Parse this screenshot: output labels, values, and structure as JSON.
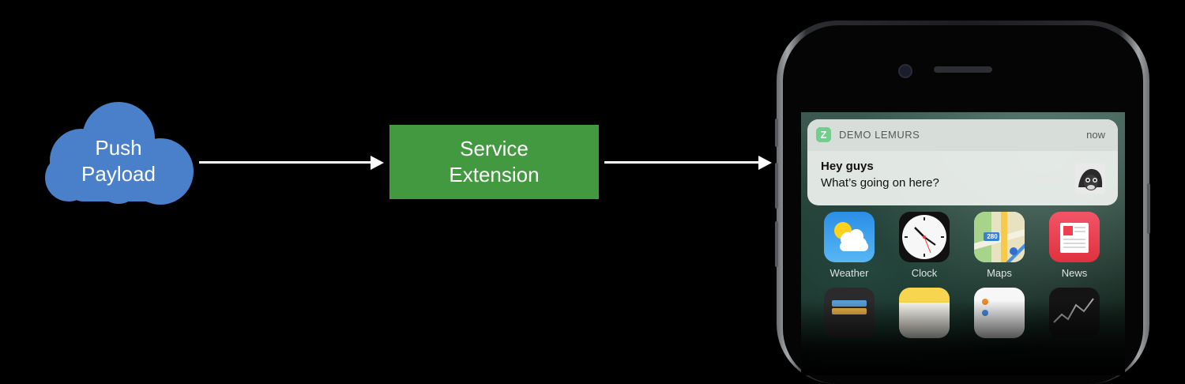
{
  "diagram": {
    "source": {
      "line1": "Push",
      "line2": "Payload",
      "color": "#4a7fc9"
    },
    "middle": {
      "line1": "Service",
      "line2": "Extension",
      "color": "#43993f"
    }
  },
  "notification": {
    "app_initial": "Z",
    "app_name": "DEMO LEMURS",
    "time": "now",
    "title": "Hey guys",
    "body": "What’s going on here?"
  },
  "home_screen": {
    "apps": [
      {
        "label": "Weather",
        "icon": "weather-icon"
      },
      {
        "label": "Clock",
        "icon": "clock-icon"
      },
      {
        "label": "Maps",
        "icon": "maps-icon"
      },
      {
        "label": "News",
        "icon": "news-icon"
      }
    ],
    "maps_badge": "280"
  }
}
